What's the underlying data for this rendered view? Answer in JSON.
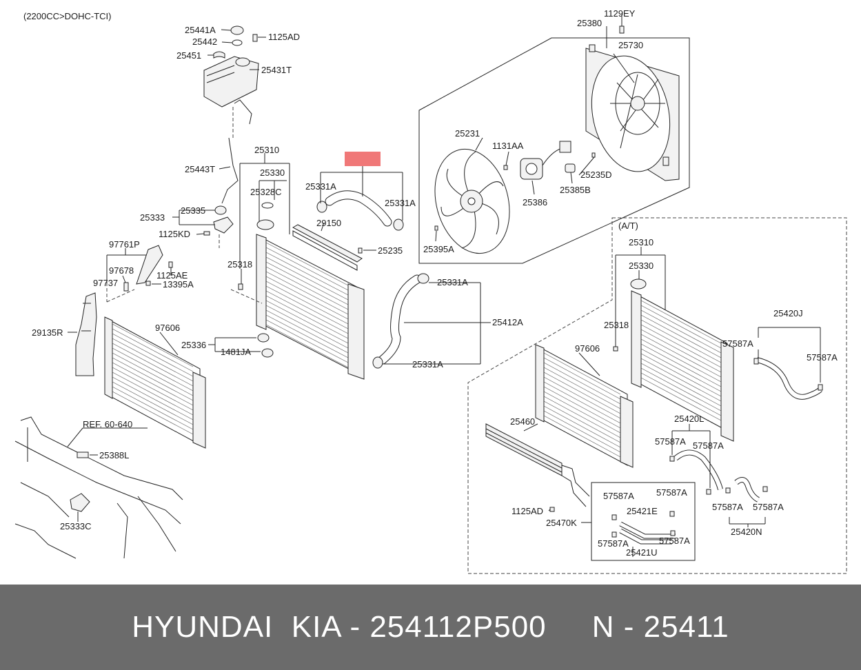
{
  "header_note": "(2200CC>DOHC-TCI)",
  "highlight_color": "#f07878",
  "highlighted_part": "25411",
  "labels": {
    "p1129EY": "1129EY",
    "p25380": "25380",
    "p25730": "25730",
    "p25441A": "25441A",
    "p1125AD_top": "1125AD",
    "p25442": "25442",
    "p25451": "25451",
    "p25431T": "25431T",
    "p25310": "25310",
    "p25330": "25330",
    "p25328C": "25328C",
    "p25443T": "25443T",
    "p25331A_a": "25331A",
    "p25331A_b": "25331A",
    "p25331A_c": "25331A",
    "p25331A_d": "25331A",
    "p29150": "29150",
    "p25235": "25235",
    "p25231": "25231",
    "p1131AA": "1131AA",
    "p25235D": "25235D",
    "p25385B": "25385B",
    "p25386": "25386",
    "p25395A": "25395A",
    "p25333": "25333",
    "p25335": "25335",
    "p1125KD": "1125KD",
    "p25318": "25318",
    "p97761P": "97761P",
    "p97678": "97678",
    "p97737": "97737",
    "p1125AE": "1125AE",
    "p13395A": "13395A",
    "p29135R": "29135R",
    "p97606": "97606",
    "p25336": "25336",
    "p1481JA": "1481JA",
    "p25412A": "25412A",
    "pREF": "REF. 60-640",
    "p25388L": "25388L",
    "p25333C": "25333C",
    "at_note": "(A/T)",
    "at_25310": "25310",
    "at_25330": "25330",
    "at_25318": "25318",
    "at_97606": "97606",
    "p25420J": "25420J",
    "p57587A_a": "57587A",
    "p57587A_b": "57587A",
    "p25460": "25460",
    "p25420L": "25420L",
    "p57587A_c": "57587A",
    "p57587A_d": "57587A",
    "p1125AD_bot": "1125AD",
    "p25470K": "25470K",
    "p57587A_e": "57587A",
    "p57587A_f": "57587A",
    "p25421E": "25421E",
    "p57587A_g": "57587A",
    "p57587A_h": "57587A",
    "p25421U": "25421U",
    "p57587A_i": "57587A",
    "p57587A_j": "57587A",
    "p25420N": "25420N"
  },
  "footer_text": "HYUNDAI  KIA - 254112P500     N - 25411"
}
